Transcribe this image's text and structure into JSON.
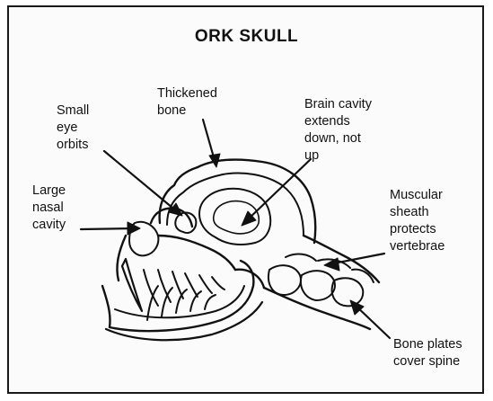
{
  "title": "ORK SKULL",
  "labels": {
    "thickened_bone": "Thickened\nbone",
    "small_eye_orbits": "Small\neye\norbits",
    "brain_cavity": "Brain cavity\nextends\ndown, not\nup",
    "large_nasal_cavity": "Large\nnasal\ncavity",
    "muscular_sheath": "Muscular\nsheath\nprotects\nvertebrae",
    "bone_plates": "Bone plates\ncover spine"
  }
}
